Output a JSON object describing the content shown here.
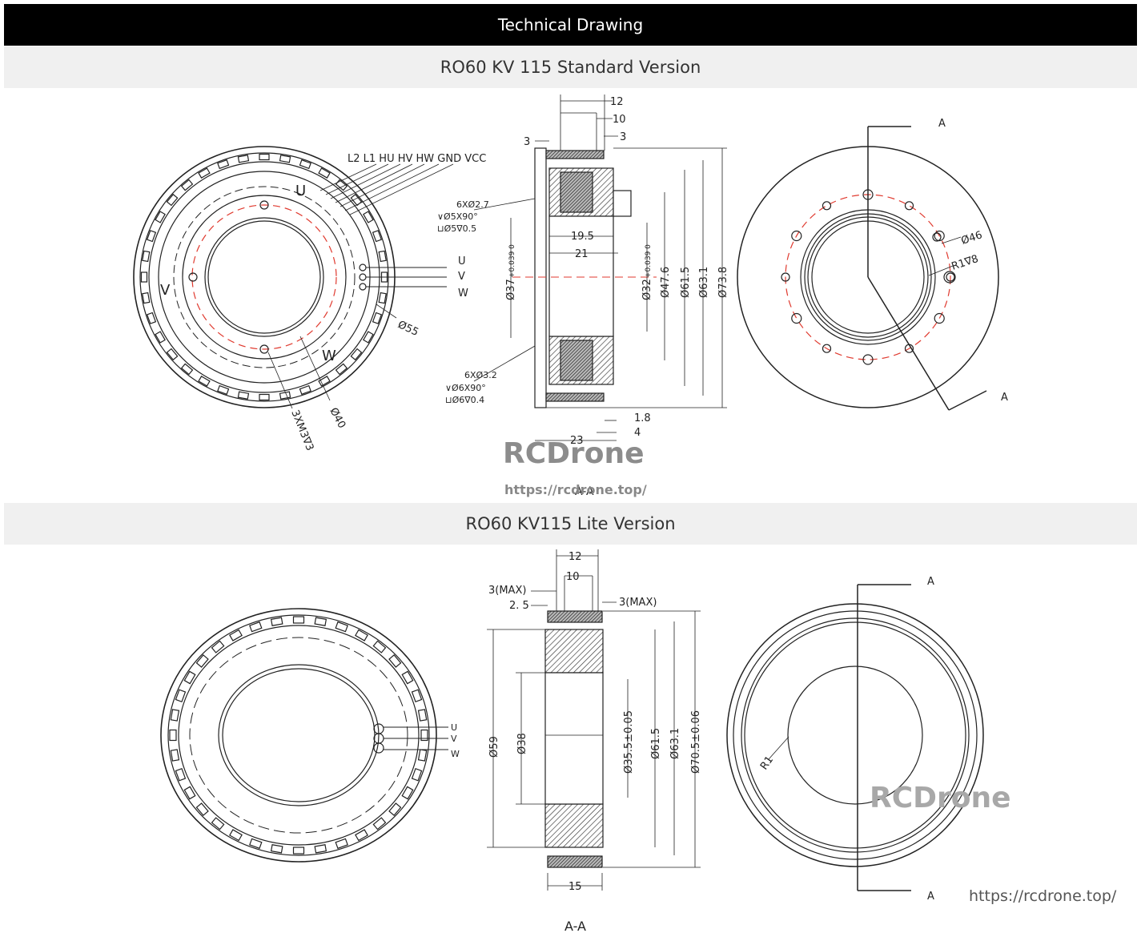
{
  "header": {
    "title": "Technical Drawing"
  },
  "sections": {
    "standard": {
      "title": "RO60 KV 115 Standard Version"
    },
    "lite": {
      "title": "RO60 KV115 Lite Version"
    }
  },
  "watermark": {
    "brand": "RCDrone",
    "url": "https://rcdrone.top/"
  },
  "standard": {
    "wire_labels": "L2 L1 HU HV HW GND VCC",
    "phase_u": "U",
    "phase_v": "V",
    "phase_w": "W",
    "coil_u": "U",
    "coil_v": "V",
    "coil_w": "W",
    "d55": "Ø55",
    "d40": "Ø40",
    "m3": "3XM3∇3",
    "dim_12": "12",
    "dim_10": "10",
    "dim_3a": "3",
    "dim_3b": "3",
    "hole_top_1": "6XØ2.7",
    "hole_top_2": "∨Ø5X90°",
    "hole_top_3": "⊔Ø5∇0.5",
    "hole_bot_1": "6XØ3.2",
    "hole_bot_2": "∨Ø6X90°",
    "hole_bot_3": "⊔Ø6∇0.4",
    "dim_19_5": "19.5",
    "dim_21": "21",
    "d37": "Ø37",
    "tol37": "+0.039 0",
    "d32": "Ø32",
    "tol32": "+0.039 0",
    "d47_6": "Ø47.6",
    "d61_5": "Ø61.5",
    "d63_1": "Ø63.1",
    "d73_8": "Ø73.8",
    "dim_1_8": "1.8",
    "dim_4": "4",
    "dim_23": "23",
    "section": "A-A",
    "mark_a1": "A",
    "mark_a2": "A",
    "d46": "Ø46",
    "r1": "R1∇8"
  },
  "lite": {
    "dim_12": "12",
    "dim_10": "10",
    "dim_3max_a": "3(MAX)",
    "dim_2_5": "2. 5",
    "dim_3max_b": "3(MAX)",
    "d59": "Ø59",
    "d38": "Ø38",
    "d35_5": "Ø35.5±0.05",
    "d61_5": "Ø61.5",
    "d63_1": "Ø63.1",
    "d70_5": "Ø70.5±0.06",
    "dim_15": "15",
    "section": "A-A",
    "phase_u": "U",
    "phase_v": "V",
    "phase_w": "W",
    "mark_a1": "A",
    "mark_a2": "A",
    "r1": "R1"
  },
  "colors": {
    "header_bg": "#000000",
    "section_bg": "#f0f0f0",
    "centerline": "#e03a2f"
  }
}
